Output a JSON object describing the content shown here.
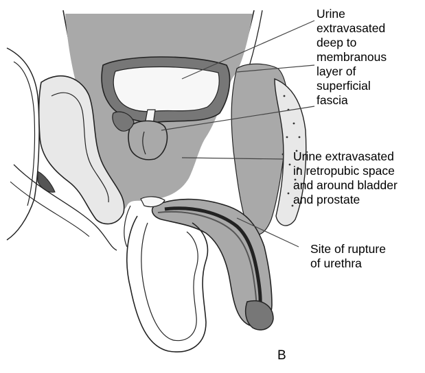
{
  "labels": {
    "deep_fascia": [
      "Urine",
      "extravasated",
      "deep to",
      "membranous",
      "layer of",
      "superficial",
      "fascia"
    ],
    "retropubic": [
      "Urine  extravasated",
      "in retropubic space",
      "and around bladder",
      "and prostate"
    ],
    "rupture": [
      "Site of rupture",
      "of urethra"
    ]
  },
  "figure_letter": "B",
  "colors": {
    "fluid": "#a9a9a9",
    "tissue_dark": "#777777",
    "outline": "#222222",
    "background": "#ffffff"
  }
}
